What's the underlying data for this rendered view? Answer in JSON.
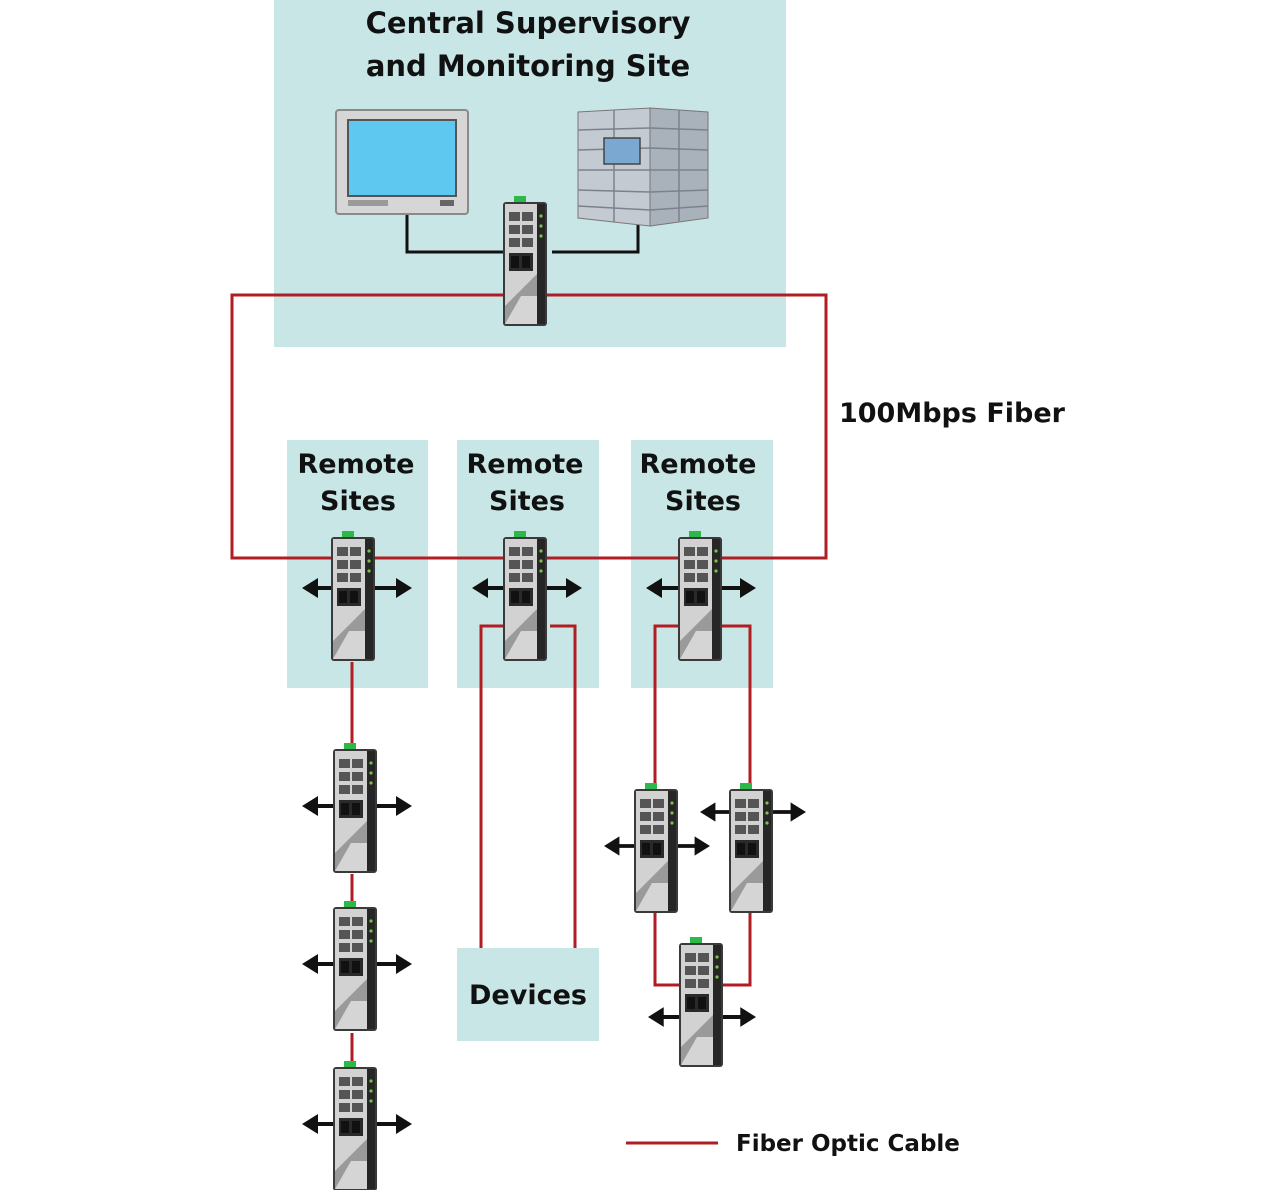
{
  "colors": {
    "panel": "#c8e6e6",
    "fiber": "#b01e23",
    "copper": "#111111",
    "switch_body": "#3a3a3a",
    "switch_face": "#cfcfcf",
    "din_clip": "#2db84a"
  },
  "central": {
    "title_line1": "Central Supervisory",
    "title_line2": "and Monitoring Site",
    "devices": [
      "monitor-icon",
      "server-rack-icon",
      "ethernet-switch-icon"
    ]
  },
  "ring": {
    "label": "100Mbps Fiber"
  },
  "remote_sites": [
    {
      "line1": "Remote",
      "line2": "Sites"
    },
    {
      "line1": "Remote",
      "line2": "Sites"
    },
    {
      "line1": "Remote",
      "line2": "Sites"
    }
  ],
  "devices_box": {
    "label": "Devices"
  },
  "legend": {
    "fiber_label": "Fiber Optic Cable"
  }
}
